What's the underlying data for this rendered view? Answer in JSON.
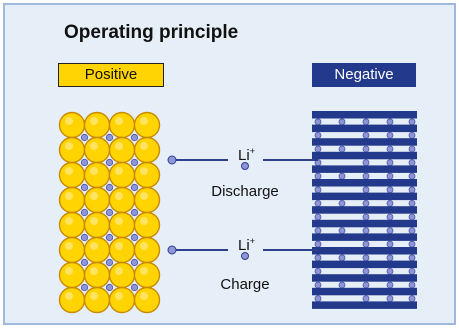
{
  "title": "Operating principle",
  "electrodes": {
    "positive": "Positive",
    "negative": "Negative"
  },
  "ion": {
    "symbol": "Li",
    "charge": "+"
  },
  "arrows": {
    "upper": "Discharge",
    "lower": "Charge"
  },
  "colors": {
    "panel": "#e6eef8",
    "positive_fill": "#ffd400",
    "negative_fill": "#233a8c",
    "ion": "#8e96d8",
    "line": "#2f3f8f"
  }
}
